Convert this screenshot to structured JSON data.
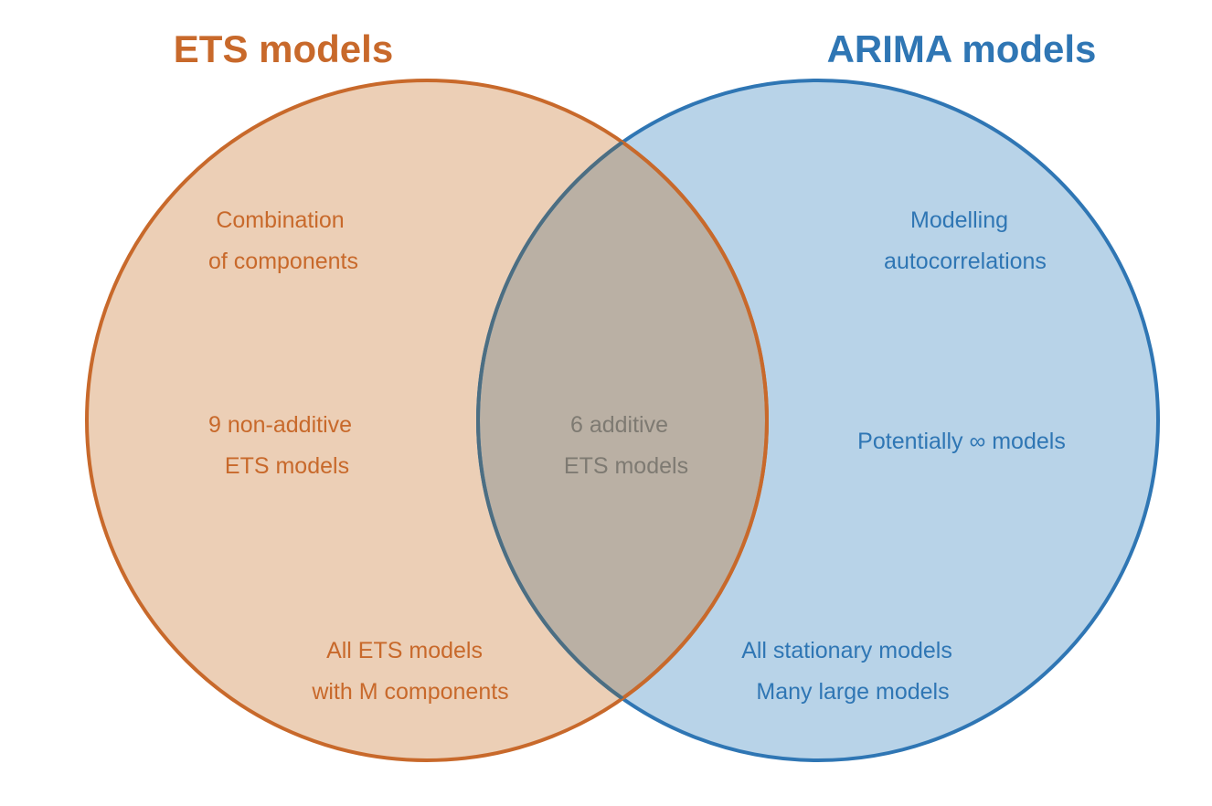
{
  "diagram": {
    "left_set": {
      "title": "ETS models",
      "regions": [
        {
          "id": "top",
          "lines": [
            "Combination",
            "of components"
          ]
        },
        {
          "id": "middle",
          "lines": [
            "9 non-additive",
            "ETS models"
          ]
        },
        {
          "id": "bottom",
          "lines": [
            "All ETS models",
            "with M components"
          ]
        }
      ]
    },
    "right_set": {
      "title": "ARIMA models",
      "regions": [
        {
          "id": "top",
          "lines": [
            "Modelling",
            "autocorrelations"
          ]
        },
        {
          "id": "middle",
          "lines": [
            "Potentially ∞ models"
          ]
        },
        {
          "id": "bottom",
          "lines": [
            "All stationary models",
            "Many large models"
          ]
        }
      ]
    },
    "intersection": {
      "lines": [
        "6 additive",
        "ETS models"
      ]
    }
  },
  "colors": {
    "ets_stroke": "#c8692b",
    "ets_fill": "#eccfb6",
    "arima_stroke": "#2f76b4",
    "arima_fill": "#b8d3e8",
    "overlap_fill": "#bab0a4",
    "overlap_stroke": "#4c6e82",
    "overlap_text": "#7e7a72"
  }
}
